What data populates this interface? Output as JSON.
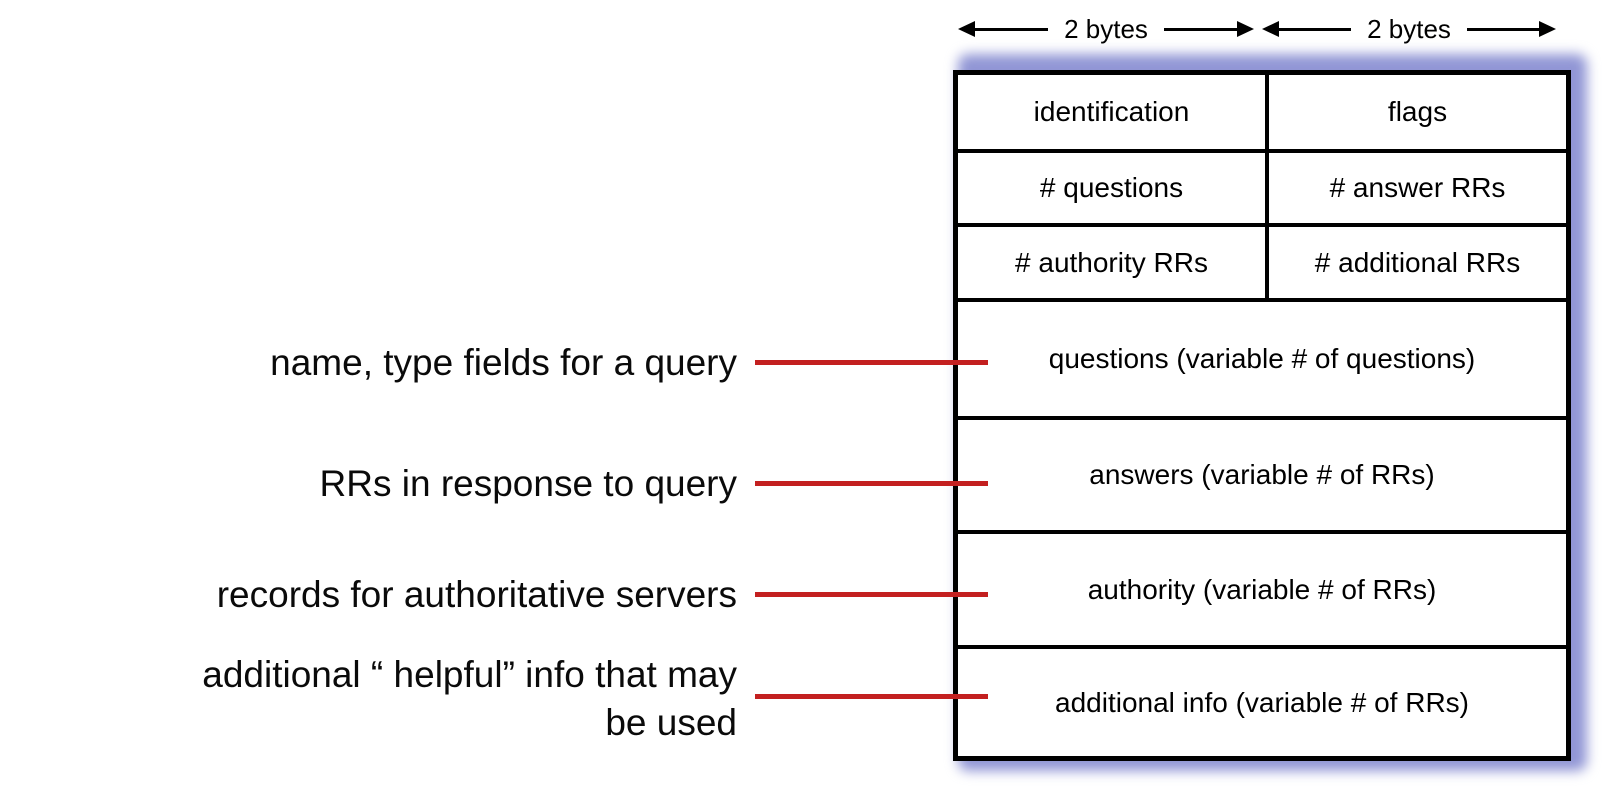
{
  "arrows": {
    "left": "2 bytes",
    "right": "2 bytes"
  },
  "table": {
    "rows2col": [
      {
        "left": "identification",
        "right": "flags"
      },
      {
        "left": "# questions",
        "right": "# answer RRs"
      },
      {
        "left": "# authority RRs",
        "right": "# additional RRs"
      }
    ],
    "rows_full": [
      "questions (variable # of questions)",
      "answers (variable # of RRs)",
      "authority (variable # of RRs)",
      "additional info (variable # of RRs)"
    ]
  },
  "annotations": {
    "questions": "name, type fields for a query",
    "answers": "RRs in response to query",
    "authority": "records for authoritative servers",
    "additional_line1": "additional “ helpful” info that may",
    "additional_line2": "be used"
  },
  "colors": {
    "connector_red": "#c32020",
    "glow_purple": "#9196d5",
    "border_black": "#000000",
    "background": "#ffffff"
  }
}
